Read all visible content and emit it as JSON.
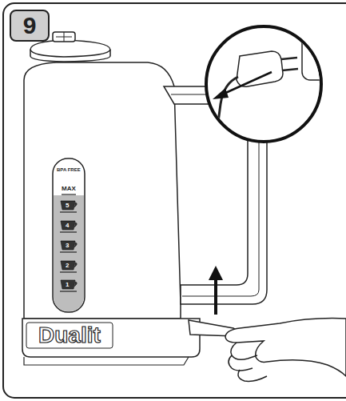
{
  "diagram": {
    "nodes": [
      {
        "text": [
          "9"
        ]
      }
    ],
    "labels": [
      "BPA FREE",
      "MAX",
      "5",
      "4",
      "3",
      "2",
      "1",
      "Dualit"
    ]
  }
}
